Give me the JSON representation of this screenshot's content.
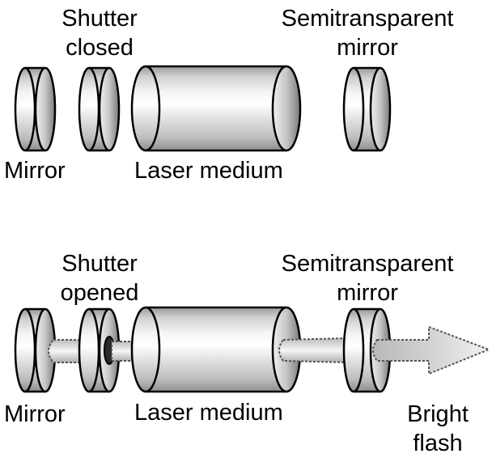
{
  "top": {
    "shutter_label_line1": "Shutter",
    "shutter_label_line2": "closed",
    "semi_mirror_line1": "Semitransparent",
    "semi_mirror_line2": "mirror",
    "mirror_label": "Mirror",
    "medium_label": "Laser medium"
  },
  "bottom": {
    "shutter_label_line1": "Shutter",
    "shutter_label_line2": "opened",
    "semi_mirror_line1": "Semitransparent",
    "semi_mirror_line2": "mirror",
    "mirror_label": "Mirror",
    "medium_label": "Laser medium",
    "flash_line1": "Bright",
    "flash_line2": "flash"
  }
}
